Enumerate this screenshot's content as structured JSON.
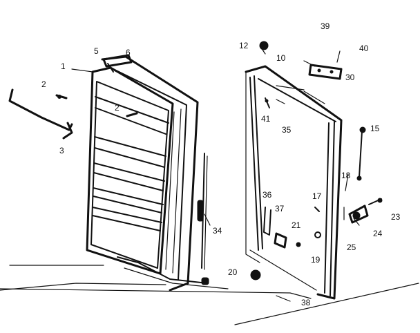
{
  "diagram": {
    "callouts": [
      "1",
      "2",
      "2",
      "3",
      "5",
      "6",
      "10",
      "12",
      "15",
      "17",
      "18",
      "19",
      "20",
      "21",
      "23",
      "24",
      "25",
      "30",
      "34",
      "35",
      "36",
      "37",
      "38",
      "39",
      "40",
      "41"
    ]
  }
}
